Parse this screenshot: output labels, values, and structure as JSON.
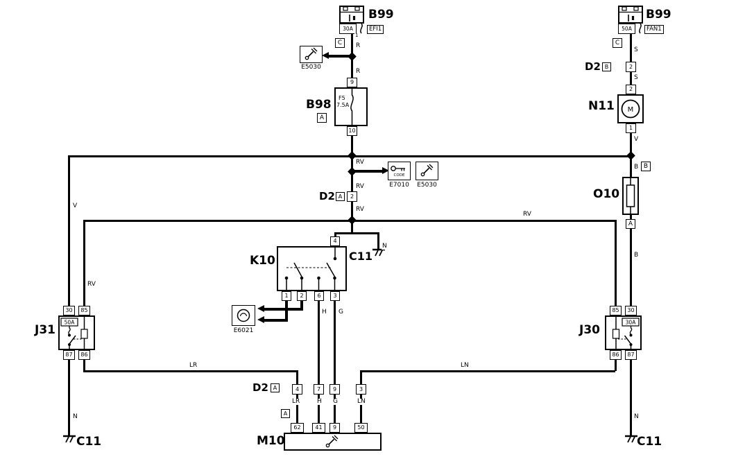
{
  "diagram": {
    "b99_left": {
      "label": "B99",
      "fuse": "30A",
      "tag": "EFI1",
      "pin": "1",
      "conn": "C"
    },
    "e5030_top": {
      "label": "E5030"
    },
    "b98": {
      "label": "B98",
      "conn": "A",
      "pin_top": "9",
      "pin_bottom": "10",
      "fuse_name": "F5",
      "fuse_rating": "7.5A"
    },
    "e7010": {
      "label": "E7010",
      "icon_text": "CODE"
    },
    "e5030_mid": {
      "label": "E5030"
    },
    "d2_top": {
      "label": "D2",
      "conn": "A",
      "pin": "2"
    },
    "k10": {
      "label": "K10",
      "pin_top": "4",
      "p1": "1",
      "p2": "2",
      "p6": "6",
      "p3": "3"
    },
    "c11_center": {
      "label": "C11",
      "wire": "N"
    },
    "e6021": {
      "label": "E6021"
    },
    "j31": {
      "label": "J31",
      "rating": "50A",
      "p30": "30",
      "p85": "85",
      "p87": "87",
      "p86": "86"
    },
    "j30": {
      "label": "J30",
      "rating": "30A",
      "p85": "85",
      "p30": "30",
      "p86": "86",
      "p87": "87"
    },
    "d2_bottom": {
      "label": "D2",
      "conn": "A",
      "pa": "4",
      "pb": "7",
      "pc": "9",
      "pd": "3"
    },
    "m10": {
      "label": "M10",
      "conn": "A",
      "pa": "62",
      "pb": "41",
      "pc": "9",
      "pd": "50"
    },
    "c11_left": {
      "label": "C11"
    },
    "c11_right": {
      "label": "C11"
    },
    "b99_right": {
      "label": "B99",
      "fuse": "50A",
      "tag": "FAN1",
      "conn": "C"
    },
    "d2_right": {
      "label": "D2",
      "conn": "B",
      "pin": "2"
    },
    "n11": {
      "label": "N11",
      "pin_top": "2",
      "pin_bottom": "1",
      "motor": "M"
    },
    "o10": {
      "label": "O10",
      "conn_top": "B",
      "conn_bottom": "A"
    },
    "wires": {
      "r1": "R",
      "r2": "R",
      "rv1": "RV",
      "rv2": "RV",
      "rv3": "RV",
      "rv_line": "RV",
      "rv_left": "RV",
      "v_left": "V",
      "n_left": "N",
      "lr": "LR",
      "ln": "LN",
      "h": "H",
      "g": "G",
      "d2_lr": "LR",
      "d2_h": "H",
      "d2_g": "G",
      "d2_ln": "LN",
      "s1": "S",
      "s2": "S",
      "v_right": "V",
      "b1": "B",
      "b2": "B",
      "n_right": "N"
    }
  }
}
